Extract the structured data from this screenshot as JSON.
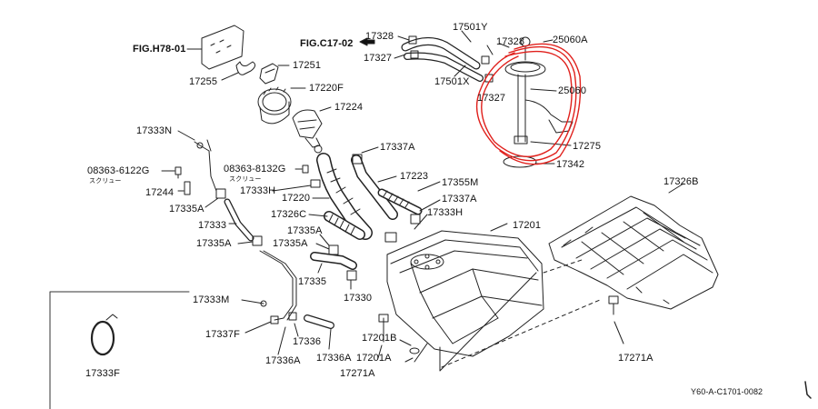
{
  "labels": {
    "fig_h78": "FIG.H78-01",
    "l17255": "17255",
    "l17251": "17251",
    "l17220f": "17220F",
    "l17224": "17224",
    "fig_c17": "FIG.C17-02",
    "l17328_a": "17328",
    "l17327_a": "17327",
    "l17501y": "17501Y",
    "l17501x": "17501X",
    "l17328_b": "17328",
    "l25060a": "25060A",
    "l17327_b": "17327",
    "l25060": "25060",
    "l17275": "17275",
    "l17342": "17342",
    "l17333n": "17333N",
    "l08363_6122g": "08363-6122G",
    "screw_1": "スクリュー",
    "l17244": "17244",
    "l17335a_1": "17335A",
    "l17333": "17333",
    "l17335a_2": "17335A",
    "l08363_8132g": "08363-8132G",
    "screw_2": "スクリュー",
    "l17333h_1": "17333H",
    "l17220": "17220",
    "l17326c": "17326C",
    "l17337a_1": "17337A",
    "l17223": "17223",
    "l17355m": "17355M",
    "l17337a_2": "17337A",
    "l17333h_2": "17333H",
    "l17335a_3": "17335A",
    "l17335a_4": "17335A",
    "l17335": "17335",
    "l17330": "17330",
    "l17201": "17201",
    "l17326b": "17326B",
    "l17333m": "17333M",
    "l17337f": "17337F",
    "l17336": "17336",
    "l17336a_1": "17336A",
    "l17336a_2": "17336A",
    "l17201b": "17201B",
    "l17201a": "17201A",
    "l17271a_1": "17271A",
    "l17271a_2": "17271A",
    "l17333f": "17333F",
    "diagram_code": "Y60-A-C1701-0082"
  },
  "icons": {
    "arrow": "left-arrow-icon",
    "annotation_color": "#e0201c"
  }
}
